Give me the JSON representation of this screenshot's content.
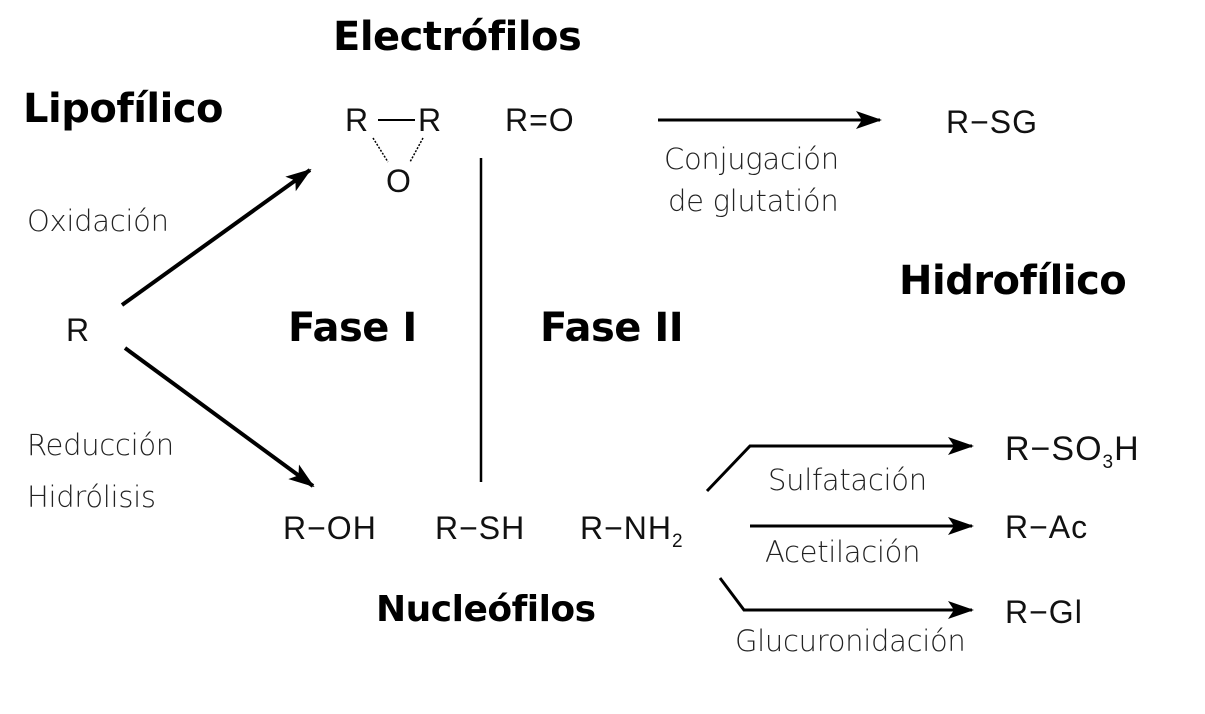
{
  "headings": {
    "electrophiles": "Electrófilos",
    "lipophilic": "Lipofílico",
    "hydrophilic": "Hidrofílico",
    "phase1": "Fase I",
    "phase2": "Fase II",
    "nucleophiles": "Nucleófilos"
  },
  "processes": {
    "oxidation": "Oxidación",
    "reduction": "Reducción",
    "hydrolysis": "Hidrólisis",
    "glutathione_line1": "Conjugación",
    "glutathione_line2": "de glutatión",
    "sulfation": "Sulfatación",
    "acetylation": "Acetilación",
    "glucuronidation": "Glucuronidación"
  },
  "compounds": {
    "start": "R",
    "epoxide_left": "R",
    "epoxide_right": "R",
    "epoxide_oxygen": "O",
    "carbonyl": "R=O",
    "glutathione_conjugate": "R−SG",
    "alcohol": "R−OH",
    "thiol": "R−SH",
    "amine_main": "R−NH",
    "amine_sub": "2",
    "sulfate_main": "R−SO",
    "sulfate_sub": "3",
    "sulfate_tail": "H",
    "acetyl": "R−Ac",
    "glucuronide": "R−Gl"
  }
}
